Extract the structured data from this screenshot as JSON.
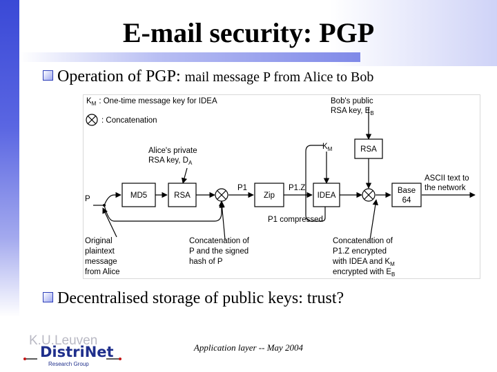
{
  "title": "E-mail security: PGP",
  "bullets": {
    "b1_main": "Operation of PGP:",
    "b1_small": "mail message P from Alice to Bob",
    "b2": "Decentralised storage of public keys: trust?"
  },
  "diagram": {
    "legend_km_label": "K",
    "legend_km_sub": "M",
    "legend_km_desc": ":  One-time message key for IDEA",
    "legend_concat_desc": ":  Concatenation",
    "bob_key_l1": "Bob's public",
    "bob_key_l2": "RSA key, E",
    "bob_key_sub": "B",
    "km_label": "K",
    "km_sub": "M",
    "alice_key_l1": "Alice's private",
    "alice_key_l2": "RSA key, D",
    "alice_key_sub": "A",
    "ascii_l1": "ASCII text to",
    "ascii_l2": "the network",
    "p_label": "P",
    "md5": "MD5",
    "rsa": "RSA",
    "rsa_top": "RSA",
    "p1": "P1",
    "zip": "Zip",
    "p1z": "P1.Z",
    "idea": "IDEA",
    "base64_l1": "Base",
    "base64_l2": "64",
    "p1_compressed": "P1 compressed",
    "orig_l1": "Original",
    "orig_l2": "plaintext",
    "orig_l3": "message",
    "orig_l4": "from Alice",
    "concat_p_l1": "Concatenation of",
    "concat_p_l2": "P and the signed",
    "concat_p_l3": "hash of P",
    "concat_z_l1": "Concatenation of",
    "concat_z_l2": "P1.Z encrypted",
    "concat_z_l3": "with IDEA and K",
    "concat_z_l3_sub": "M",
    "concat_z_l4": "encrypted with E",
    "concat_z_l4_sub": "B"
  },
  "logo": {
    "watermark": "K.U.Leuven",
    "name": "DistriNet",
    "subtitle": "Research Group"
  },
  "footer": "Application layer  --  May 2004"
}
